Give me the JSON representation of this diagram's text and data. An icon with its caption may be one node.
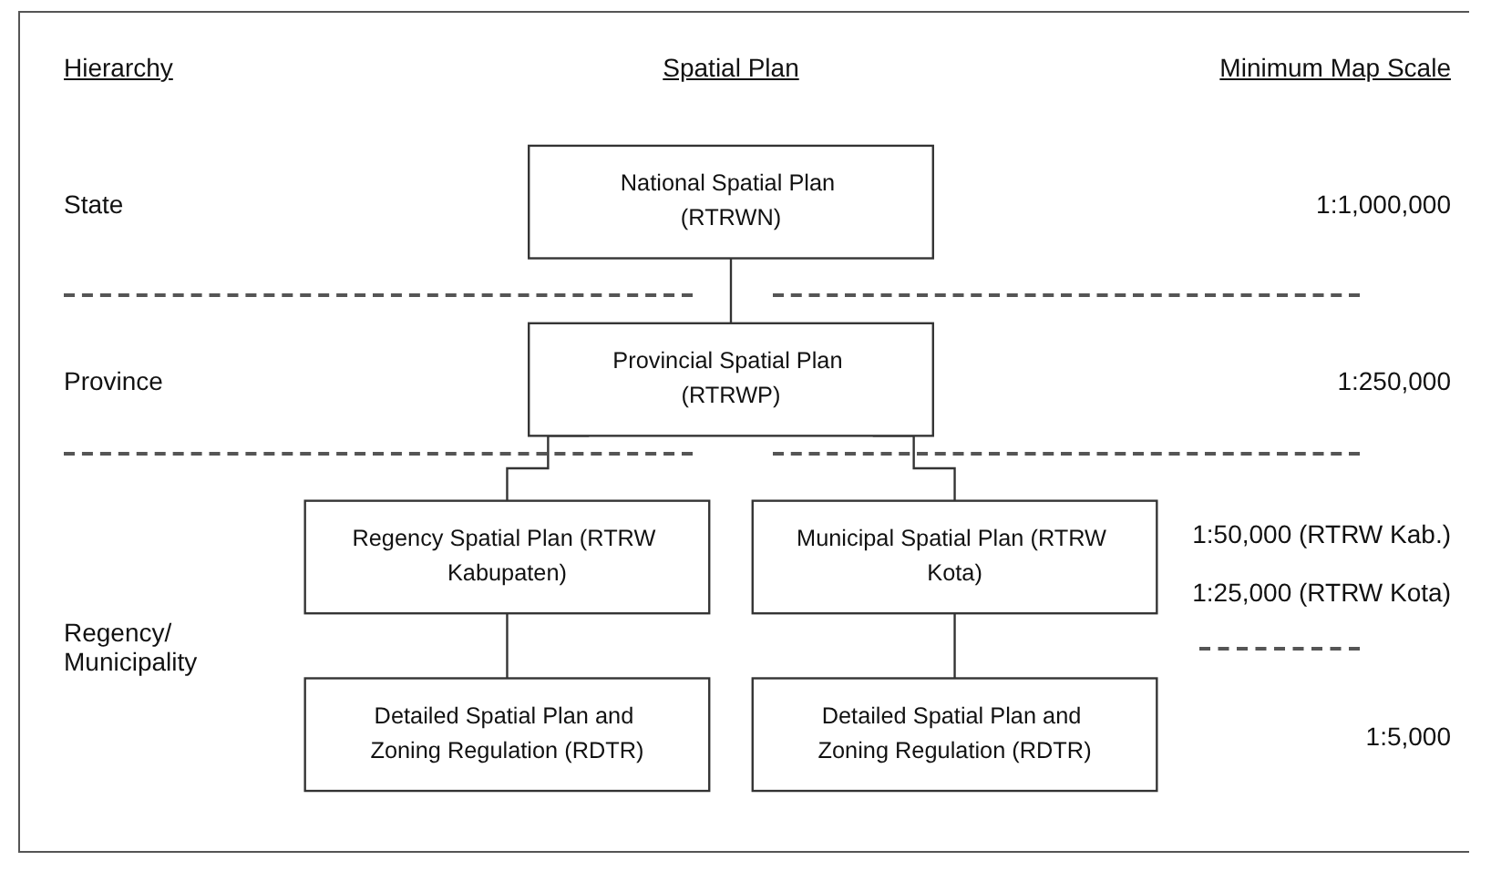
{
  "diagram": {
    "nodes": [
      {
        "text": [
          "National Spatial Plan (RTRWN)"
        ]
      },
      {
        "text": [
          "Provincial Spatial Plan (RTRWP)"
        ]
      },
      {
        "text": [
          "Regency Spatial Plan (RTRW Kabupaten)"
        ]
      },
      {
        "text": [
          "Municipal Spatial Plan (RTRW Kota)"
        ]
      },
      {
        "text": [
          "Detailed Spatial Plan and Zoning Regulation (RDTR)"
        ]
      },
      {
        "text": [
          "Detailed Spatial Plan and Zoning Regulation (RDTR)"
        ]
      }
    ],
    "edges": [
      {
        "from": 0,
        "to": 1,
        "arrow": "none"
      },
      {
        "from": 1,
        "to": 2,
        "arrow": "none"
      },
      {
        "from": 1,
        "to": 3,
        "arrow": "none"
      },
      {
        "from": 2,
        "to": 4,
        "arrow": "none"
      },
      {
        "from": 3,
        "to": 5,
        "arrow": "none"
      }
    ],
    "labels": [
      "Hierarchy",
      "Spatial Plan",
      "Minimum Map Scale",
      "State",
      "1:1,000,000",
      "Province",
      "1:250,000",
      "1:50,000 (RTRW Kab.)",
      "1:25,000 (RTRW Kota)",
      "Regency/ Municipality",
      "1:5,000"
    ]
  }
}
